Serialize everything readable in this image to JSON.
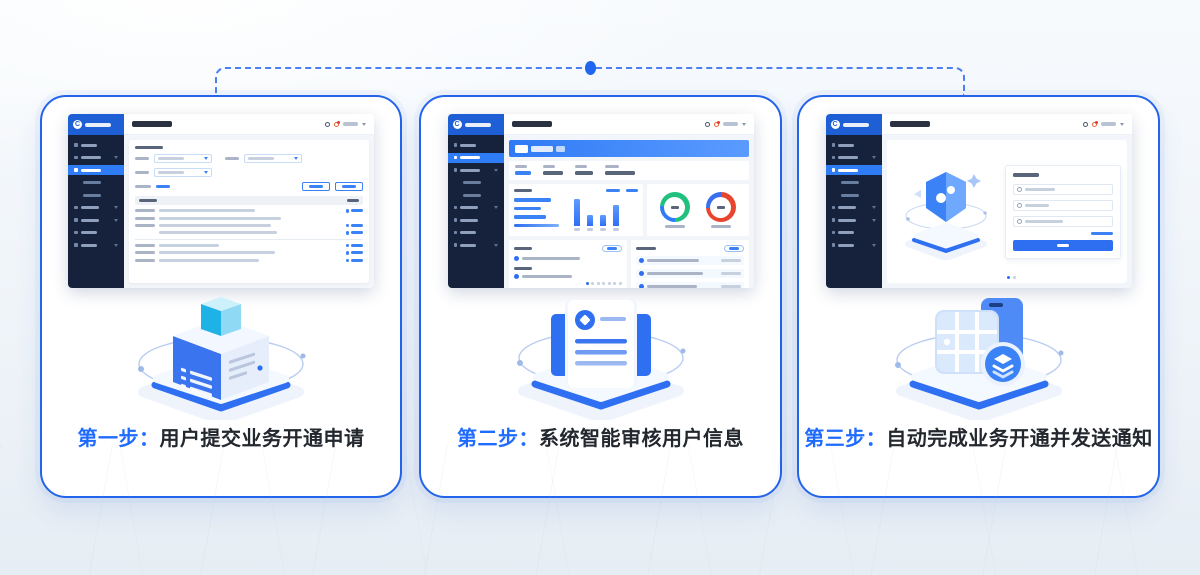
{
  "steps": [
    {
      "prefix": "第一步：",
      "label": "用户提交业务开通申请"
    },
    {
      "prefix": "第二步：",
      "label": "系统智能审核用户信息"
    },
    {
      "prefix": "第三步：",
      "label": "自动完成业务开通并发送通知"
    }
  ],
  "brand": {
    "logo_letter": "C"
  },
  "colors": {
    "accent_blue": "#2e6ff2",
    "card_border": "#2464ea",
    "step_prefix": "#1f6bff",
    "step_text": "#23272e",
    "sidebar_bg": "#16223c",
    "banner_blue": "#2f7bf5",
    "donut_left_green": "#21c07e",
    "donut_left_segment": "#2f7bf5",
    "donut_right_red": "#e8452f",
    "donut_right_segment": "#3a6ef0",
    "connector_blue": "#1f66f0"
  }
}
